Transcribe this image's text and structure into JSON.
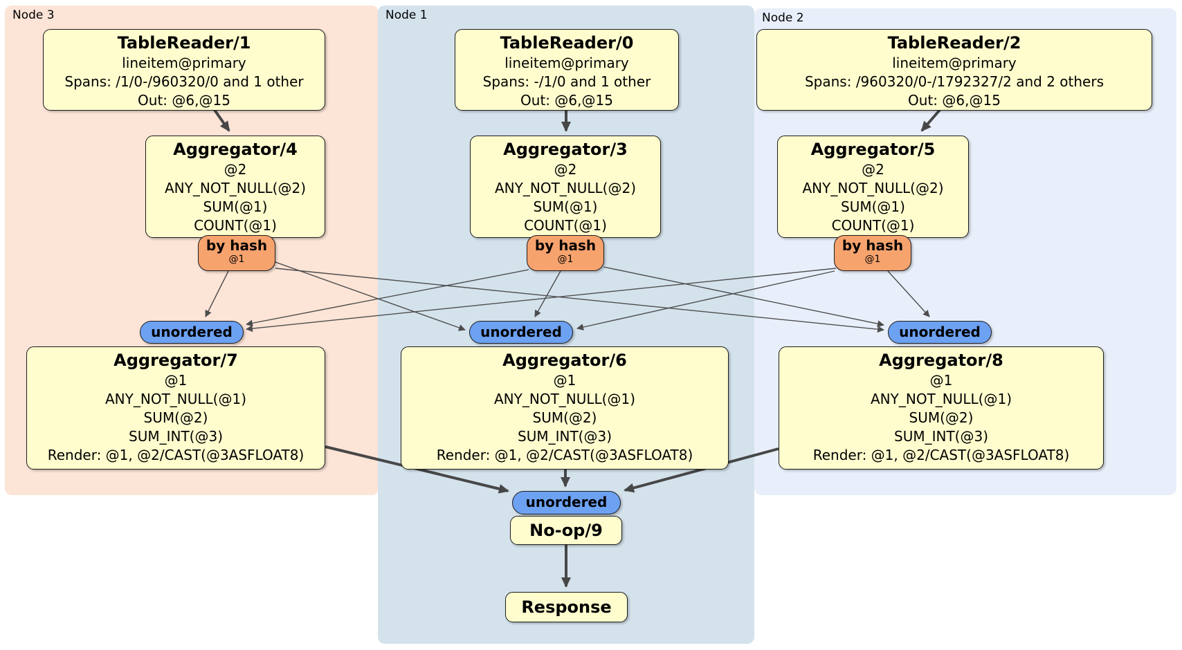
{
  "regions": [
    {
      "id": "node3",
      "label": "Node 3"
    },
    {
      "id": "node1",
      "label": "Node 1"
    },
    {
      "id": "node2",
      "label": "Node 2"
    }
  ],
  "processors": {
    "tablereader1": {
      "title": "TableReader/1",
      "lines": [
        "lineitem@primary",
        "Spans: /1/0-/960320/0 and 1 other",
        "Out: @6,@15"
      ]
    },
    "tablereader0": {
      "title": "TableReader/0",
      "lines": [
        "lineitem@primary",
        "Spans: -/1/0 and 1 other",
        "Out: @6,@15"
      ]
    },
    "tablereader2": {
      "title": "TableReader/2",
      "lines": [
        "lineitem@primary",
        "Spans: /960320/0-/1792327/2 and 2 others",
        "Out: @6,@15"
      ]
    },
    "aggregator4": {
      "title": "Aggregator/4",
      "lines": [
        "@2",
        "ANY_NOT_NULL(@2)",
        "SUM(@1)",
        "COUNT(@1)"
      ]
    },
    "aggregator3": {
      "title": "Aggregator/3",
      "lines": [
        "@2",
        "ANY_NOT_NULL(@2)",
        "SUM(@1)",
        "COUNT(@1)"
      ]
    },
    "aggregator5": {
      "title": "Aggregator/5",
      "lines": [
        "@2",
        "ANY_NOT_NULL(@2)",
        "SUM(@1)",
        "COUNT(@1)"
      ]
    },
    "aggregator7": {
      "title": "Aggregator/7",
      "lines": [
        "@1",
        "ANY_NOT_NULL(@1)",
        "SUM(@2)",
        "SUM_INT(@3)",
        "Render: @1, @2/CAST(@3ASFLOAT8)"
      ]
    },
    "aggregator6": {
      "title": "Aggregator/6",
      "lines": [
        "@1",
        "ANY_NOT_NULL(@1)",
        "SUM(@2)",
        "SUM_INT(@3)",
        "Render: @1, @2/CAST(@3ASFLOAT8)"
      ]
    },
    "aggregator8": {
      "title": "Aggregator/8",
      "lines": [
        "@1",
        "ANY_NOT_NULL(@1)",
        "SUM(@2)",
        "SUM_INT(@3)",
        "Render: @1, @2/CAST(@3ASFLOAT8)"
      ]
    },
    "noop9": {
      "title": "No-op/9"
    },
    "response": {
      "title": "Response"
    }
  },
  "routers": {
    "hash": {
      "label": "by hash",
      "sub": "@1"
    },
    "merge": {
      "label": "unordered"
    }
  },
  "colors": {
    "processor_box": "#fffdce",
    "hash_router": "#f7a36e",
    "merge_router": "#6da1f2",
    "node3_bg": "#fce4d7",
    "node1_bg": "#d4e2ec",
    "node2_bg": "#e9effa",
    "edge": "#474747"
  }
}
